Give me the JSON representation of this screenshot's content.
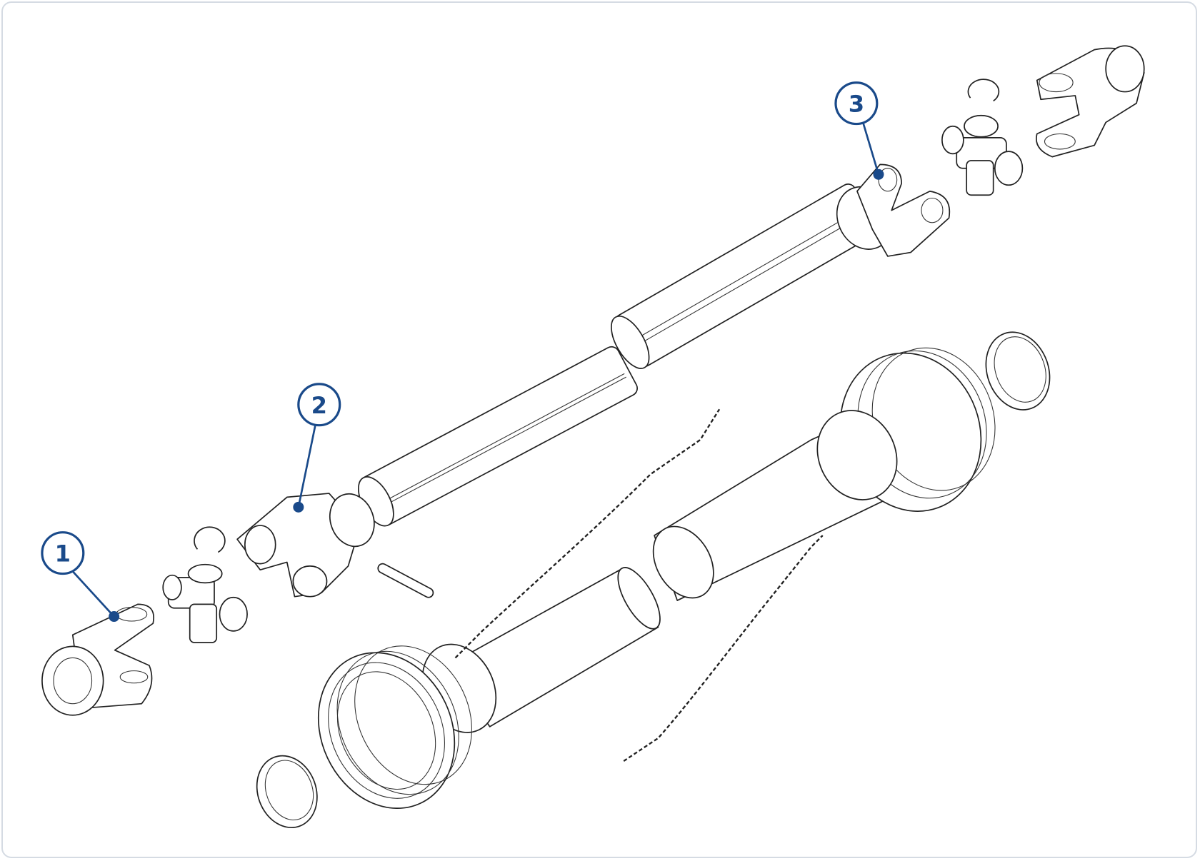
{
  "diagram": {
    "title": "",
    "callouts": [
      {
        "label": "1"
      },
      {
        "label": "2"
      },
      {
        "label": "3"
      }
    ],
    "accent_color": "#1a4a8a"
  }
}
